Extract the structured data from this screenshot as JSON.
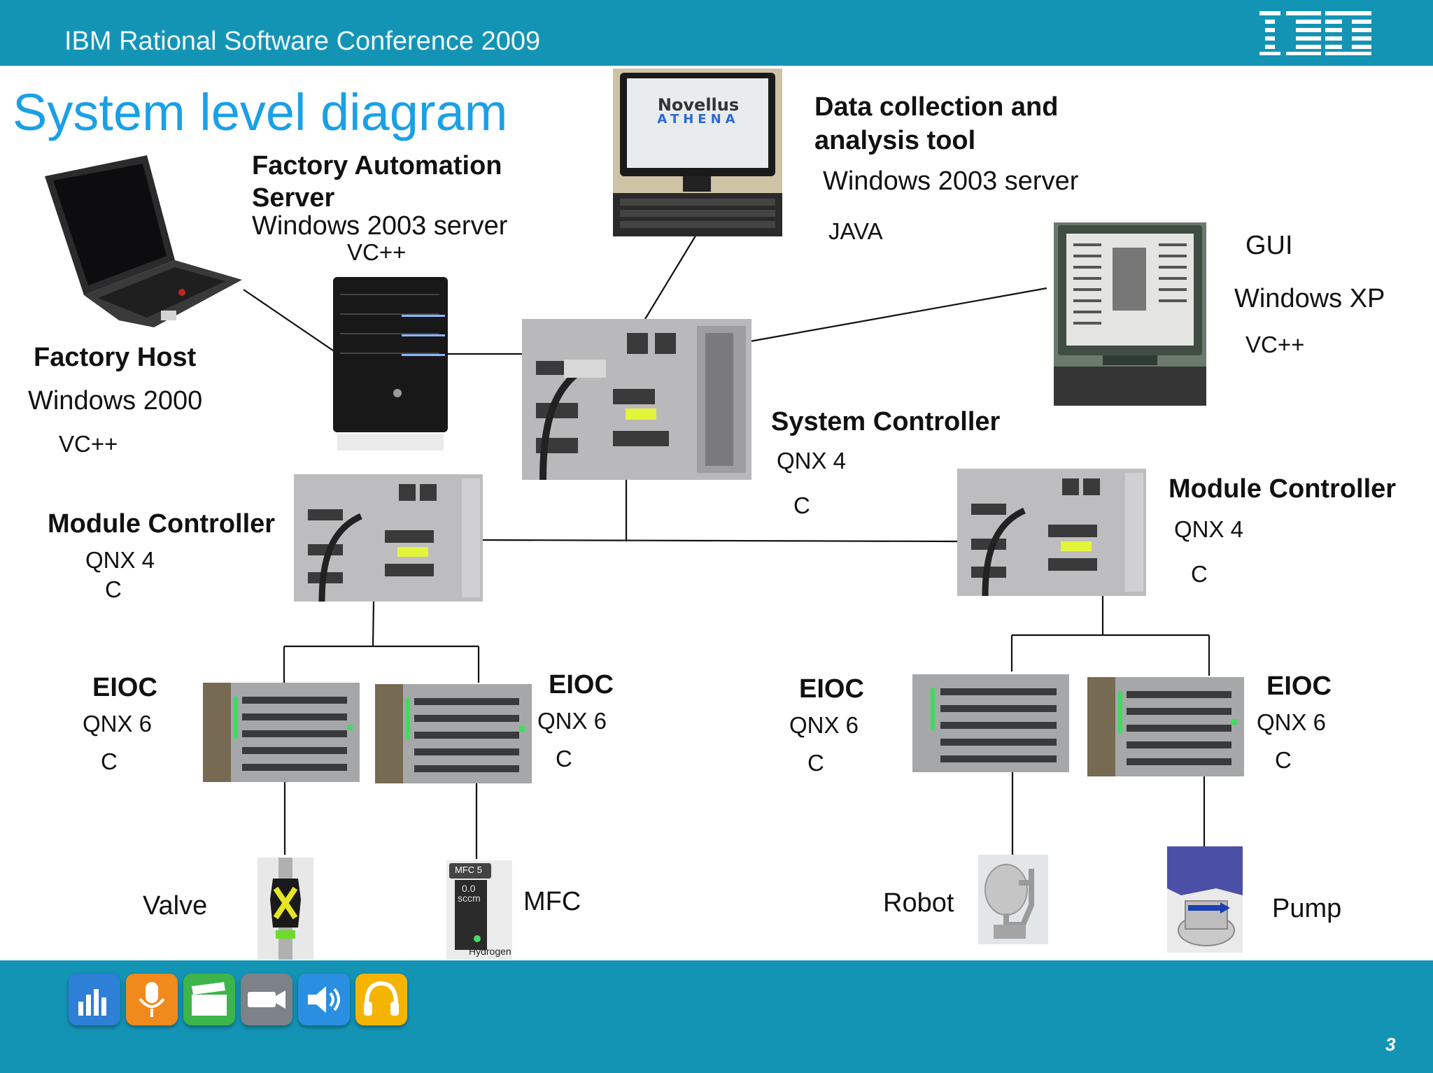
{
  "header": {
    "conference": "IBM Rational Software Conference 2009",
    "logo": "IBM"
  },
  "title": "System level diagram",
  "nodes": {
    "factory_automation_server": {
      "name_line1": "Factory Automation",
      "name_line2": "Server",
      "os": "Windows 2003 server",
      "lang": "VC++"
    },
    "factory_host": {
      "name": "Factory Host",
      "os": "Windows 2000",
      "lang": "VC++"
    },
    "data_collection": {
      "name_line1": "Data collection and",
      "name_line2": "analysis tool",
      "os": "Windows 2003 server",
      "lang": "JAVA",
      "screen_line1": "Novellus",
      "screen_line2": "ATHENA"
    },
    "gui": {
      "name": "GUI",
      "os": "Windows XP",
      "lang": "VC++"
    },
    "system_controller": {
      "name": "System Controller",
      "os": "QNX 4",
      "lang": "C"
    },
    "module_controller_left": {
      "name": "Module Controller",
      "os": "QNX 4",
      "lang": "C"
    },
    "module_controller_right": {
      "name": "Module Controller",
      "os": "QNX 4",
      "lang": "C"
    },
    "eioc_1": {
      "name": "EIOC",
      "os": "QNX 6",
      "lang": "C"
    },
    "eioc_2": {
      "name": "EIOC",
      "os": "QNX 6",
      "lang": "C"
    },
    "eioc_3": {
      "name": "EIOC",
      "os": "QNX 6",
      "lang": "C"
    },
    "eioc_4": {
      "name": "EIOC",
      "os": "QNX 6",
      "lang": "C"
    }
  },
  "devices": {
    "valve": "Valve",
    "mfc": {
      "label": "MFC",
      "badge": "MFC 5",
      "reading": "0.0",
      "unit": "sccm",
      "gas": "Hydrogen"
    },
    "robot": "Robot",
    "pump": "Pump"
  },
  "footer": {
    "icons": [
      "chart-icon",
      "microphone-icon",
      "clapperboard-icon",
      "video-camera-icon",
      "speaker-icon",
      "headphones-icon"
    ],
    "icon_colors": [
      "#2e7fd6",
      "#f08a1c",
      "#3db54a",
      "#7d8289",
      "#2a8fe0",
      "#f4b400"
    ],
    "page_number": "3"
  }
}
